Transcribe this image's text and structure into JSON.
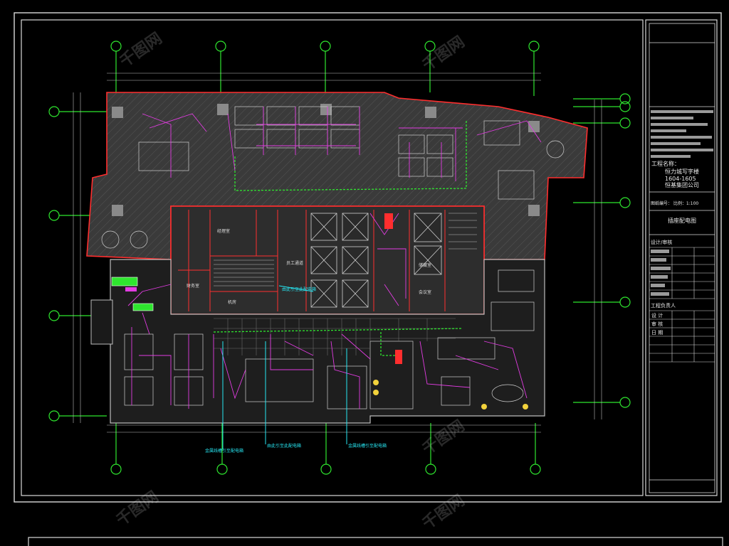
{
  "title_block": {
    "project_label": "工程名称：",
    "project_line1": "恒力城写字楼",
    "project_line2": "1604-1605",
    "company": "恒基集团公司",
    "scale_line": "图纸编号：      比例：1:100",
    "drawing_name": "插座配电图",
    "section_design": "设计/审核",
    "section_engineer": "工程负责人",
    "rows": [
      "设 计",
      "审 核",
      "日 期"
    ]
  },
  "room_labels": [
    "经理室",
    "员工通道",
    "会议室",
    "财务室",
    "机房",
    "储藏室"
  ],
  "annotations": [
    "金属线槽引至配电箱",
    "由此引至此配电箱",
    "金属线槽引至配电箱",
    "由此引至此配电箱"
  ],
  "watermark": "千图网",
  "colors": {
    "background": "#000000",
    "frame": "#d9d9d9",
    "grid_axis": "#2ee62e",
    "wall": "#ff2e2e",
    "circuit": "#e23ce2",
    "cable": "#27e6f2",
    "floor_fill": "#3a3a3a"
  }
}
